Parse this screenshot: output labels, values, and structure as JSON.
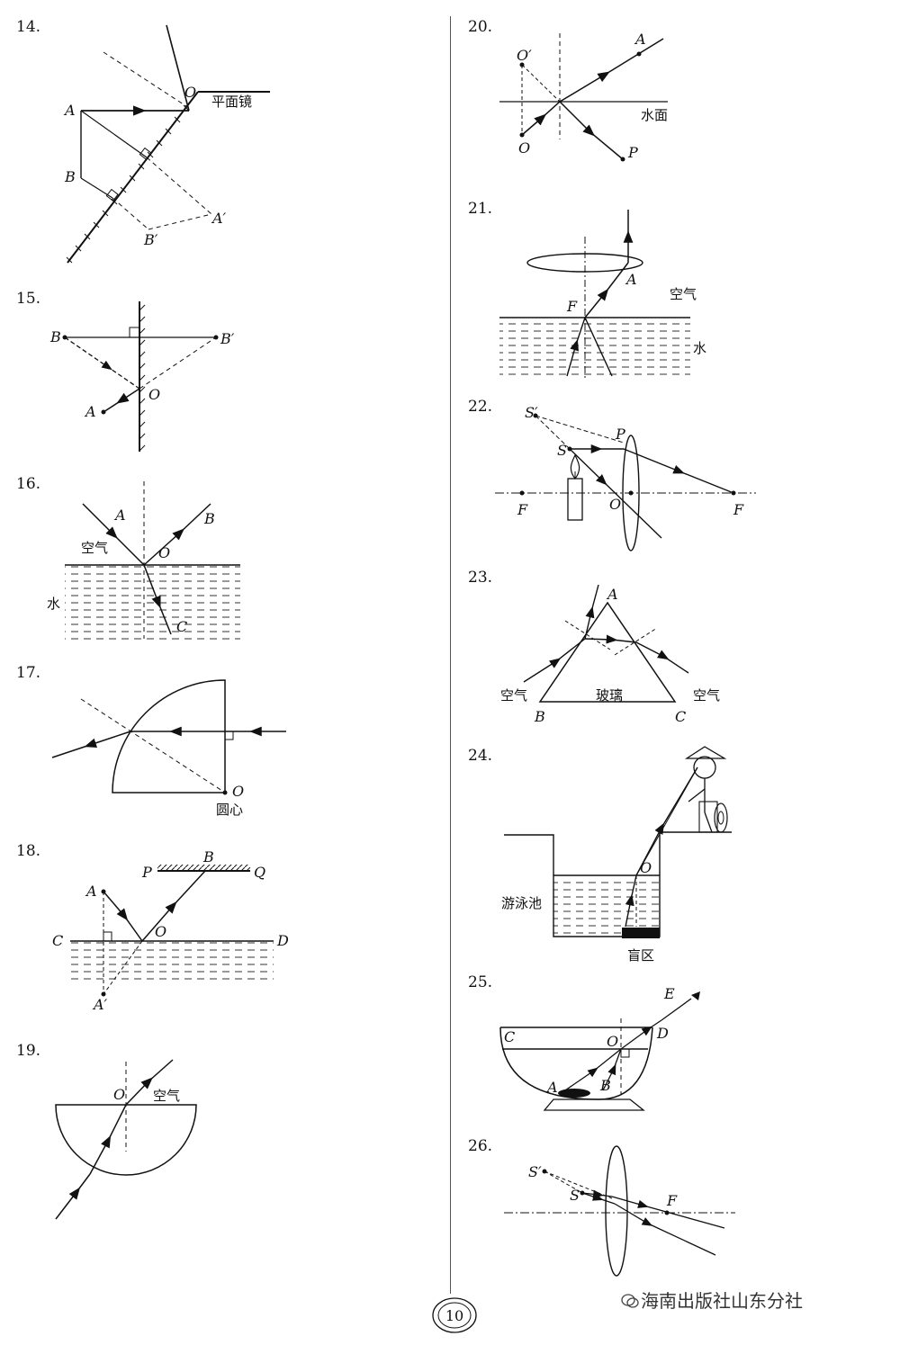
{
  "page_number": "10",
  "watermark": "海南出版社山东分社",
  "questions": {
    "q14": {
      "num": "14.",
      "mirror_label": "平面镜",
      "A": "A",
      "B": "B",
      "O": "O",
      "A_img": "A′",
      "B_img": "B′"
    },
    "q15": {
      "num": "15.",
      "B": "B",
      "B_img": "B′",
      "A": "A",
      "O": "O"
    },
    "q16": {
      "num": "16.",
      "A": "A",
      "B": "B",
      "O": "O",
      "C": "C",
      "air": "空气",
      "water": "水"
    },
    "q17": {
      "num": "17.",
      "O": "O",
      "center": "圆心"
    },
    "q18": {
      "num": "18.",
      "P": "P",
      "B": "B",
      "Q": "Q",
      "A": "A",
      "C": "C",
      "O": "O",
      "D": "D",
      "A_img": "A′"
    },
    "q19": {
      "num": "19.",
      "O": "O",
      "air": "空气"
    },
    "q20": {
      "num": "20.",
      "O_img": "O′",
      "A": "A",
      "water_surface": "水面",
      "O": "O",
      "P": "P"
    },
    "q21": {
      "num": "21.",
      "A": "A",
      "air": "空气",
      "F": "F",
      "water": "水"
    },
    "q22": {
      "num": "22.",
      "S_img": "S′",
      "P": "P",
      "S": "S",
      "F_left": "F",
      "O": "O",
      "F_right": "F"
    },
    "q23": {
      "num": "23.",
      "A": "A",
      "air_left": "空气",
      "glass": "玻璃",
      "air_right": "空气",
      "B": "B",
      "C": "C"
    },
    "q24": {
      "num": "24.",
      "O": "O",
      "pool": "游泳池",
      "blind": "盲区"
    },
    "q25": {
      "num": "25.",
      "E": "E",
      "C": "C",
      "O": "O",
      "D": "D",
      "A": "A",
      "B": "B"
    },
    "q26": {
      "num": "26.",
      "S_img": "S′",
      "S": "S",
      "F": "F"
    }
  }
}
